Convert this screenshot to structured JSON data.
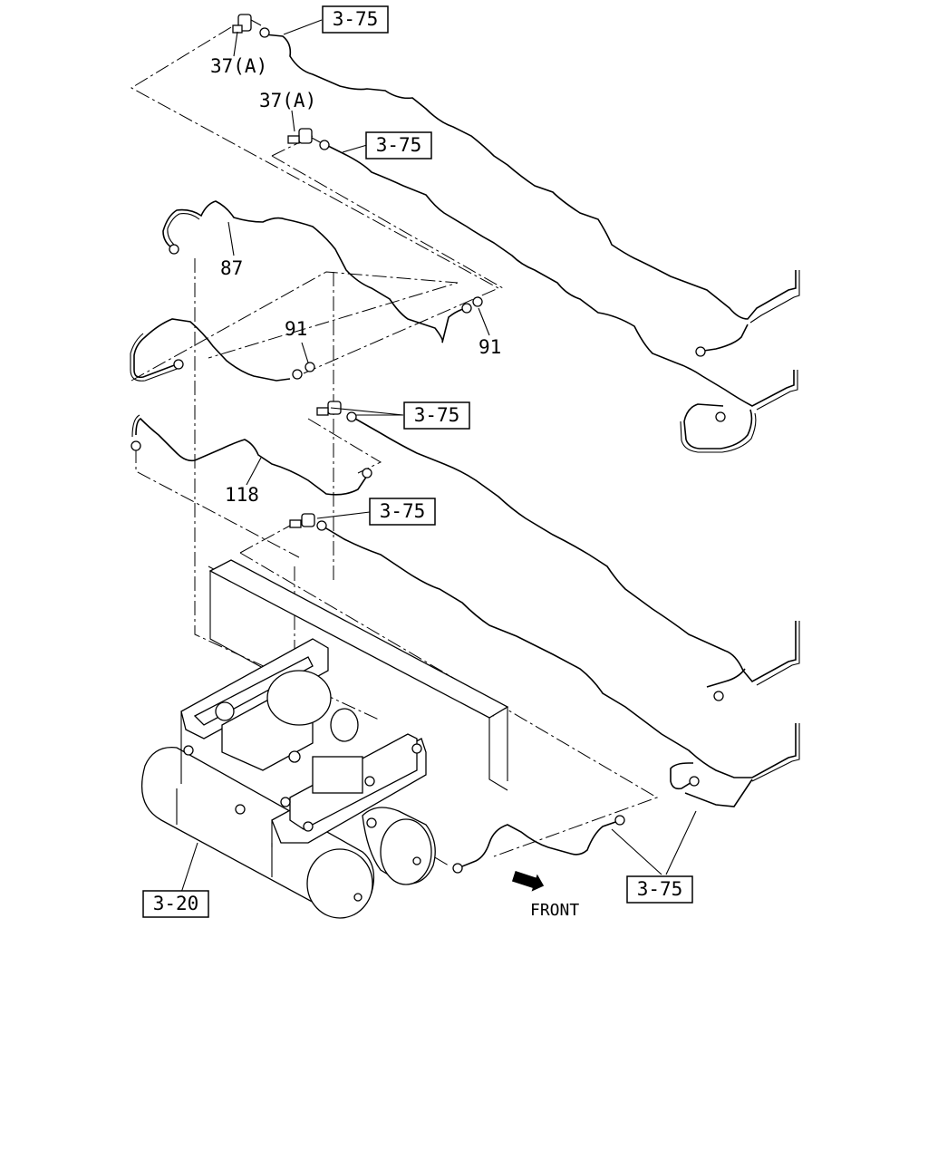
{
  "labels": {
    "ref_top": "3-75",
    "ref_second": "3-75",
    "ref_mid": "3-75",
    "ref_lower": "3-75",
    "ref_bottom": "3-75",
    "ref_tank": "3-20",
    "part_37a_top": "37(A)",
    "part_37a_second": "37(A)",
    "part_87": "87",
    "part_91_left": "91",
    "part_91_right": "91",
    "part_118": "118",
    "front": "FRONT"
  }
}
